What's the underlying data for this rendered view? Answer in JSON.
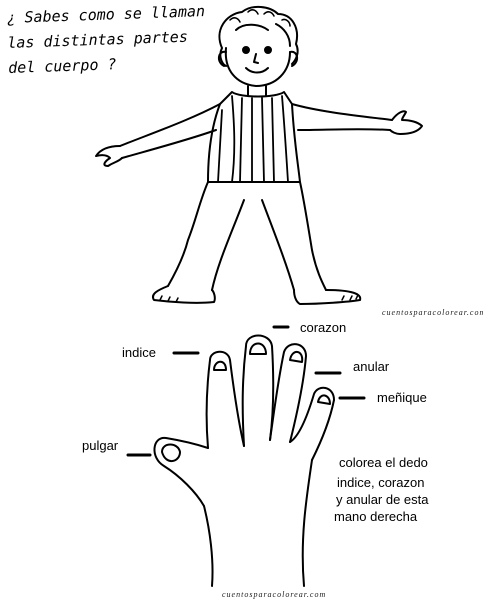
{
  "question": "¿ Sabes como se llaman las distintas partes del cuerpo ?",
  "credit_top": "cuentosparacolorear.com",
  "credit_bottom": "cuentosparacolorear.com",
  "finger_labels": {
    "corazon": "corazon",
    "indice": "indice",
    "anular": "anular",
    "menique": "meñique",
    "pulgar": "pulgar"
  },
  "instruction": {
    "line1": "colorea el dedo",
    "line2": "indice, corazon",
    "line3": "y anular de esta",
    "line4": "mano derecha"
  }
}
